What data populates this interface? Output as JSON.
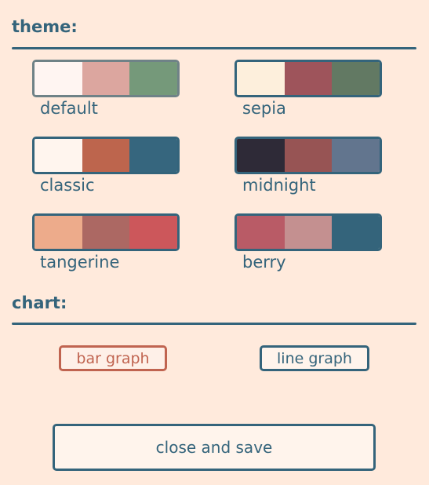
{
  "theme_section": {
    "label": "theme:",
    "themes": [
      {
        "name": "default",
        "colors": [
          "#fff5f2",
          "#dca69f",
          "#75997a"
        ],
        "selected": true
      },
      {
        "name": "sepia",
        "colors": [
          "#fdefdc",
          "#9e545b",
          "#627963"
        ],
        "selected": false
      },
      {
        "name": "classic",
        "colors": [
          "#fff5ee",
          "#bd654d",
          "#36667e"
        ],
        "selected": false
      },
      {
        "name": "midnight",
        "colors": [
          "#2e2a37",
          "#975454",
          "#62758e"
        ],
        "selected": false
      },
      {
        "name": "tangerine",
        "colors": [
          "#edab8b",
          "#ac6863",
          "#cc575b"
        ],
        "selected": false
      },
      {
        "name": "berry",
        "colors": [
          "#b95b66",
          "#c49090",
          "#34647b"
        ],
        "selected": false
      }
    ]
  },
  "chart_section": {
    "label": "chart:",
    "options": [
      {
        "label": "bar graph",
        "selected": true
      },
      {
        "label": "line graph",
        "selected": false
      }
    ]
  },
  "close_button": {
    "label": "close and save"
  },
  "colors": {
    "background": "#ffeadc",
    "primary": "#34647b",
    "accent": "#c06450"
  }
}
